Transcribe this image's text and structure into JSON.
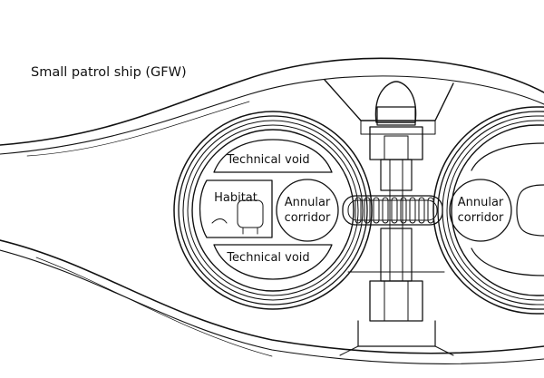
{
  "title": "Small patrol ship (GFW)",
  "labels": {
    "technical_void_top": "Technical void",
    "technical_void_bottom": "Technical void",
    "habitat": "Habitat",
    "annular_corridor_left_1": "Annular",
    "annular_corridor_left_2": "corridor",
    "annular_corridor_right_1": "Annular",
    "annular_corridor_right_2": "corridor"
  },
  "colors": {
    "line": "#111111",
    "background": "#ffffff"
  }
}
